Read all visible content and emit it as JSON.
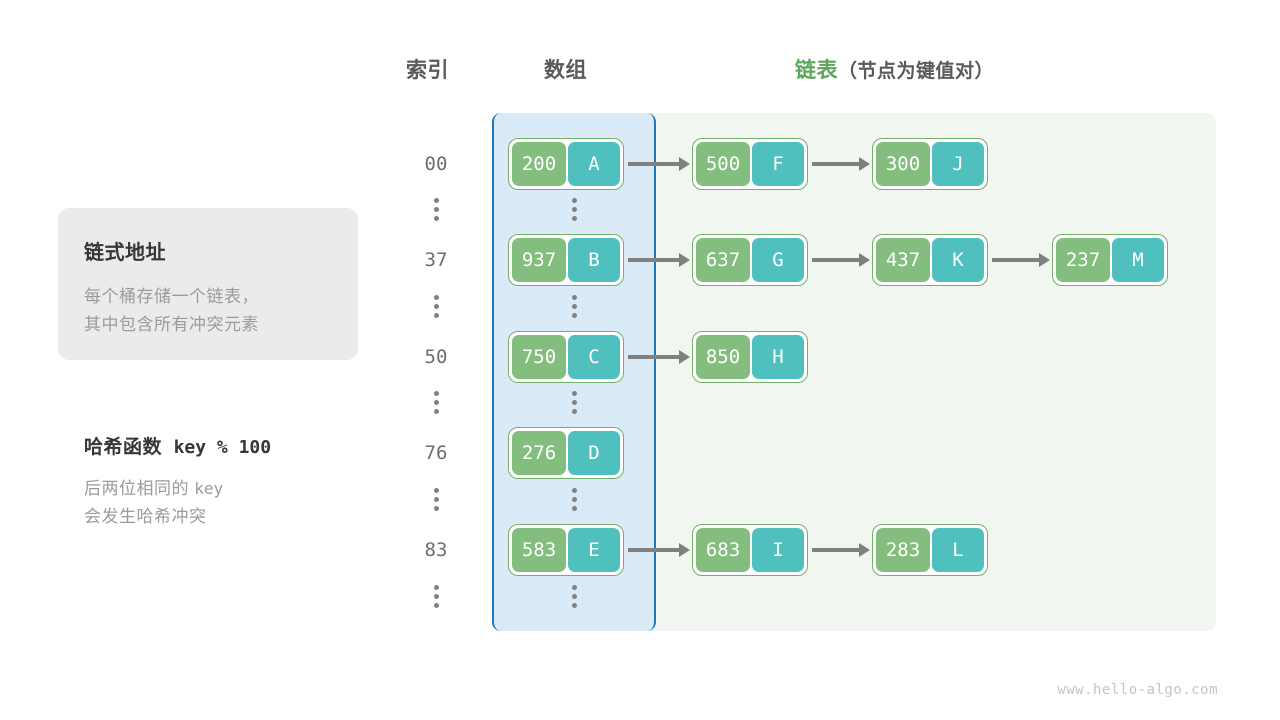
{
  "headers": {
    "index": "索引",
    "array": "数组",
    "list_accent": "链表",
    "list_paren": "（节点为键值对）"
  },
  "info_card": {
    "title": "链式地址",
    "line1": "每个桶存储一个链表，",
    "line2": "其中包含所有冲突元素"
  },
  "hash": {
    "label": "哈希函数",
    "expr": "key % 100",
    "note_prefix": "后两位相同的",
    "note_key": "key",
    "note_line2": "会发生哈希冲突"
  },
  "colors": {
    "key_fill": "#84be7f",
    "value_fill": "#50c0bf",
    "node_border": "#72b167",
    "array_panel": "#dbeaf7",
    "array_border": "#1a78c2",
    "list_panel": "#f1f7f0",
    "accent_green": "#5ba65a",
    "arrow": "#808080",
    "card_bg": "#ebebeb"
  },
  "buckets": [
    {
      "index": "00",
      "nodes": [
        {
          "key": "200",
          "value": "A"
        },
        {
          "key": "500",
          "value": "F"
        },
        {
          "key": "300",
          "value": "J"
        }
      ]
    },
    {
      "index": "37",
      "nodes": [
        {
          "key": "937",
          "value": "B"
        },
        {
          "key": "637",
          "value": "G"
        },
        {
          "key": "437",
          "value": "K"
        },
        {
          "key": "237",
          "value": "M"
        }
      ]
    },
    {
      "index": "50",
      "nodes": [
        {
          "key": "750",
          "value": "C"
        },
        {
          "key": "850",
          "value": "H"
        }
      ]
    },
    {
      "index": "76",
      "nodes": [
        {
          "key": "276",
          "value": "D"
        }
      ]
    },
    {
      "index": "83",
      "nodes": [
        {
          "key": "583",
          "value": "E"
        },
        {
          "key": "683",
          "value": "I"
        },
        {
          "key": "283",
          "value": "L"
        }
      ]
    }
  ],
  "ellipsis_count": 6,
  "watermark": "www.hello-algo.com"
}
